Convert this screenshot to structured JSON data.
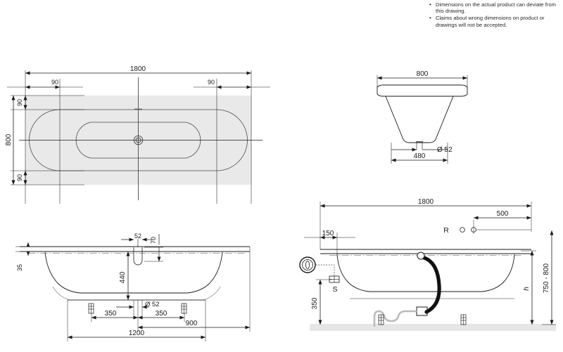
{
  "notes": {
    "items": [
      "Dimensions on the actual product can deviate from this drawing.",
      "Claims about wrong dimensions on product or drawings will not be accepted."
    ]
  },
  "colors": {
    "line": "#1a1a1a",
    "thin_line": "#555555",
    "bath_fill": "#e9e9e9",
    "bath_edge": "#f2f2f2",
    "floor": "#e6e6e6",
    "hose": "#111111",
    "background": "#ffffff"
  },
  "views": {
    "plan": {
      "name": "plan-view",
      "dimensions": {
        "overall_length": "1800",
        "overall_width": "800",
        "inset_left": "90",
        "inset_right": "90",
        "inset_top": "90",
        "inset_bottom": "90"
      },
      "features": {
        "drain": "drain-center-symbol",
        "centerlines": "crosshair"
      }
    },
    "end_section": {
      "name": "end-section-view",
      "dimensions": {
        "top_width": "800",
        "base_width": "480",
        "drain_diameter": "Ø 52"
      }
    },
    "long_section": {
      "name": "longitudinal-section-view",
      "dimensions": {
        "rim_thickness": "35",
        "overflow_offset": "52",
        "overflow_height": "70",
        "depth": "440",
        "drain_diameter": "Ø 52",
        "foot_left_spacing": "350",
        "foot_right_spacing": "350",
        "foot_span": "900",
        "overall_foot_span": "1200"
      }
    },
    "side_elevation": {
      "name": "side-elevation-view",
      "dimensions": {
        "overall_length": "1800",
        "tap_offset": "500",
        "overflow_offset": "150",
        "waste_height": "350",
        "bath_height": "h",
        "install_height": "750 - 800"
      },
      "labels": {
        "tap_marker": "R",
        "waste_marker": "S"
      },
      "features": {
        "overflow_rosette": "overflow-rosette-icon",
        "overflow_hose": "overflow-hose",
        "trap": "trap-outlet",
        "tap_holes": "tap-hole-pair",
        "floor_band": "floor-line"
      }
    }
  }
}
